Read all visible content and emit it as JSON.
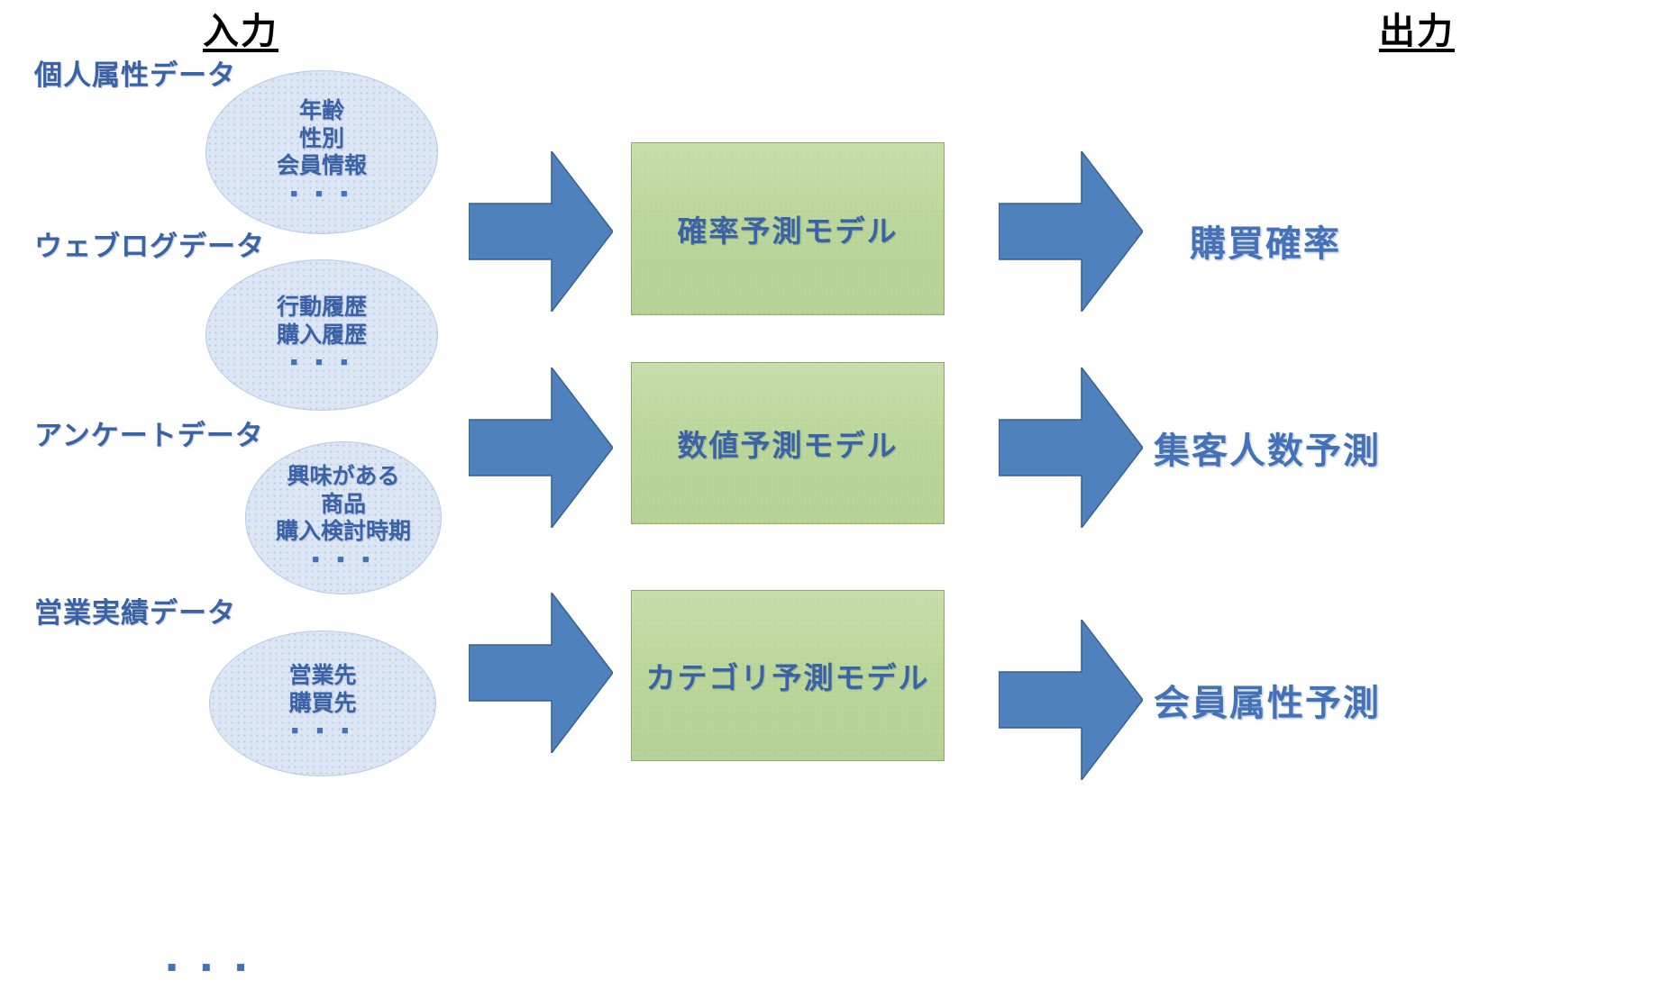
{
  "headers": {
    "input": "入力",
    "output": "出力"
  },
  "colors": {
    "header_text": "#000000",
    "label_blue": "#3A62A8",
    "output_blue": "#4472B8",
    "ellipse_fill": "#DCE6F4",
    "ellipse_border": "#B6CAE6",
    "model_fill": "#BCD79B",
    "model_border": "#8FA96B",
    "arrow_fill": "#4F81BD",
    "arrow_border": "#38618F",
    "background": "#FFFFFF"
  },
  "inputs": [
    {
      "label": "個人属性データ",
      "bubble": [
        "年齢",
        "性別",
        "会員情報"
      ],
      "ellipsis": "▪ ▪ ▪"
    },
    {
      "label": "ウェブログデータ",
      "bubble": [
        "行動履歴",
        "購入履歴"
      ],
      "ellipsis": "▪ ▪ ▪"
    },
    {
      "label": "アンケートデータ",
      "bubble": [
        "興味がある",
        "商品",
        "購入検討時期"
      ],
      "ellipsis": "▪ ▪ ▪"
    },
    {
      "label": "営業実績データ",
      "bubble": [
        "営業先",
        "購買先"
      ],
      "ellipsis": "▪ ▪ ▪"
    }
  ],
  "bottom_ellipsis": "▪ ▪ ▪",
  "models": [
    {
      "name": "確率予測モデル"
    },
    {
      "name": "数値予測モデル"
    },
    {
      "name": "カテゴリ予測モデル"
    }
  ],
  "outputs": [
    {
      "name": "購買確率"
    },
    {
      "name": "集客人数予測"
    },
    {
      "name": "会員属性予測"
    }
  ],
  "arrows": {
    "input_to_model": [
      "arrow-right-icon",
      "arrow-right-icon",
      "arrow-right-icon"
    ],
    "model_to_output": [
      "arrow-right-icon",
      "arrow-right-icon",
      "arrow-right-icon"
    ]
  }
}
